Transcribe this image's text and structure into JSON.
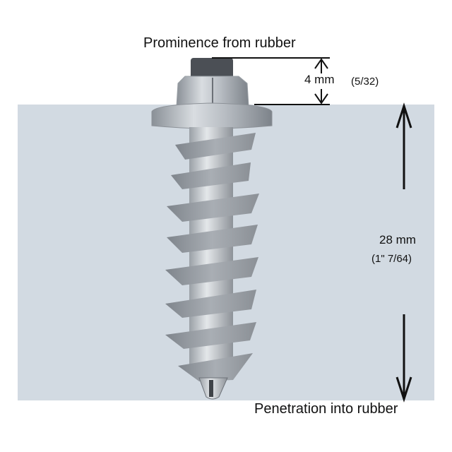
{
  "diagram": {
    "subject": "ice spike screw stud",
    "labels": {
      "top": "Prominence from rubber",
      "bottom": "Penetration into rubber"
    },
    "prominence": {
      "value": "4 mm",
      "fraction": "(5/32)"
    },
    "penetration": {
      "value": "28 mm",
      "fraction": "(1\" 7/64)"
    },
    "colors": {
      "rubber": "#d2dae2",
      "screw_light": "#c9ced4",
      "screw_dark": "#7d838a",
      "tip": "#4b4f55",
      "arrows": "#111111"
    }
  }
}
